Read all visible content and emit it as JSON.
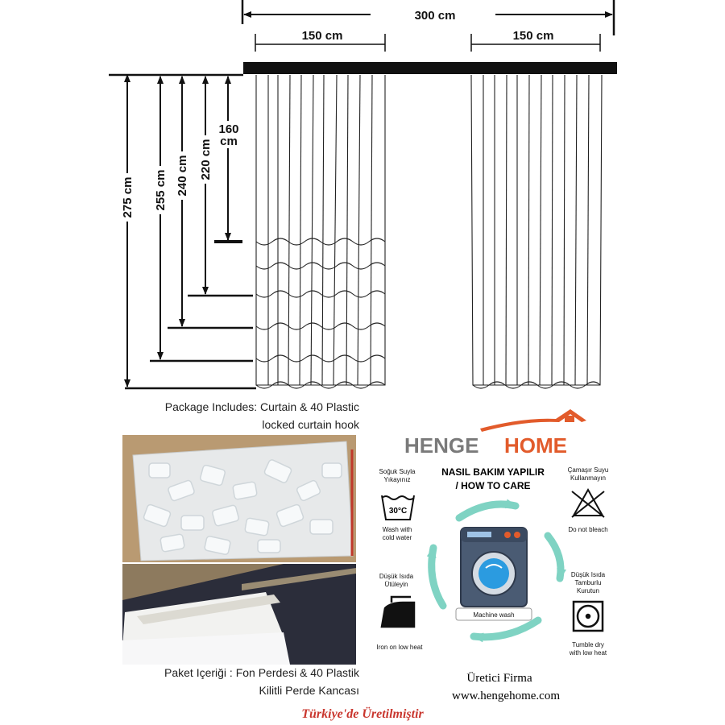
{
  "dimensions": {
    "total_width": "300 cm",
    "left_panel_width": "150 cm",
    "right_panel_width": "150 cm",
    "heights": [
      "275 cm",
      "255 cm",
      "240 cm",
      "220 cm"
    ],
    "height_160_line1": "160",
    "height_160_line2": "cm"
  },
  "package": {
    "english_line1": "Package Includes: Curtain & 40 Plastic",
    "english_line2": "locked curtain hook",
    "turkish_line1": "Paket Içeriği : Fon Perdesi & 40 Plastik",
    "turkish_line2": "Kilitli Perde Kancası"
  },
  "brand": {
    "name_part1": "HENGE",
    "name_part2": "HOME",
    "primary_color": "#7a7a7a",
    "accent_color": "#e25b2b"
  },
  "care": {
    "title_tr": "NASIL BAKIM YAPILIR",
    "title_en": "/  HOW TO CARE",
    "wash_tr_line1": "Soğuk Suyla",
    "wash_tr_line2": "Yıkayınız",
    "wash_temp": "30°C",
    "wash_en_line1": "Wash with",
    "wash_en_line2": "cold water",
    "bleach_tr_line1": "Çamaşır Suyu",
    "bleach_tr_line2": "Kullanmayın",
    "bleach_en": "Do not bleach",
    "iron_tr_line1": "Düşük Isıda",
    "iron_tr_line2": "Ütüleyin",
    "iron_en": "Iron on low heat",
    "dry_tr_line1": "Düşük Isıda",
    "dry_tr_line2": "Tamburlu",
    "dry_tr_line3": "Kurutun",
    "dry_en_line1": "Tumble dry",
    "dry_en_line2": "with low heat",
    "machine_wash": "Machine wash",
    "arrow_color": "#7fd3c3"
  },
  "manufacturer": {
    "label": "Üretici Firma",
    "website": "www.hengehome.com"
  },
  "origin": "Türkiye'de Üretilmiştir",
  "icons": [
    "house-roof-icon",
    "washing-machine-icon",
    "wash-tub-icon",
    "no-bleach-icon",
    "iron-icon",
    "tumble-dry-icon"
  ]
}
